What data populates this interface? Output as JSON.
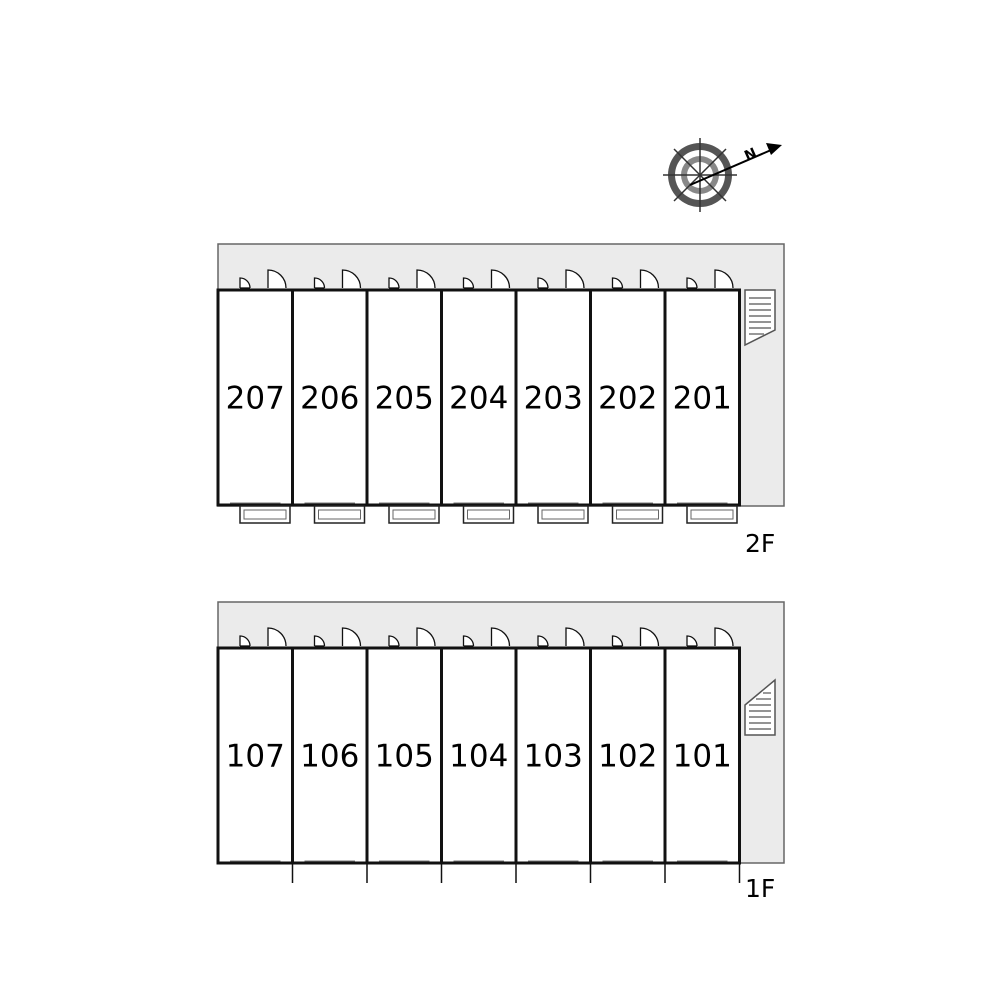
{
  "compass": {
    "label": "N"
  },
  "floors": [
    {
      "id": "2F",
      "label": "2F",
      "units": [
        "207",
        "206",
        "205",
        "204",
        "203",
        "202",
        "201"
      ]
    },
    {
      "id": "1F",
      "label": "1F",
      "units": [
        "107",
        "106",
        "105",
        "104",
        "103",
        "102",
        "101"
      ]
    }
  ],
  "colors": {
    "corridor": "#ebebeb",
    "wall": "#111111",
    "line": "#666666",
    "background": "#ffffff"
  }
}
